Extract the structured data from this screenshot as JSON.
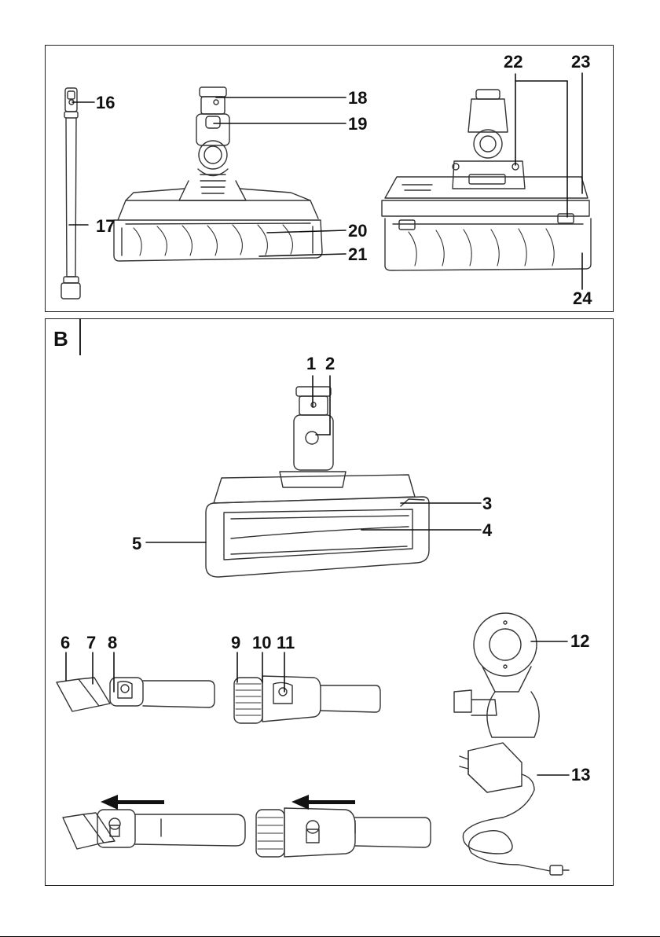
{
  "panel_b": {
    "letter": "B"
  },
  "callouts": {
    "c1": "1",
    "c2": "2",
    "c3": "3",
    "c4": "4",
    "c5": "5",
    "c6": "6",
    "c7": "7",
    "c8": "8",
    "c9": "9",
    "c10": "10",
    "c11": "11",
    "c12": "12",
    "c13": "13",
    "c16": "16",
    "c17": "17",
    "c18": "18",
    "c19": "19",
    "c20": "20",
    "c21": "21",
    "c22": "22",
    "c23": "23",
    "c24": "24"
  },
  "icons": {
    "direction_arrows": "arrow-left-icon"
  }
}
